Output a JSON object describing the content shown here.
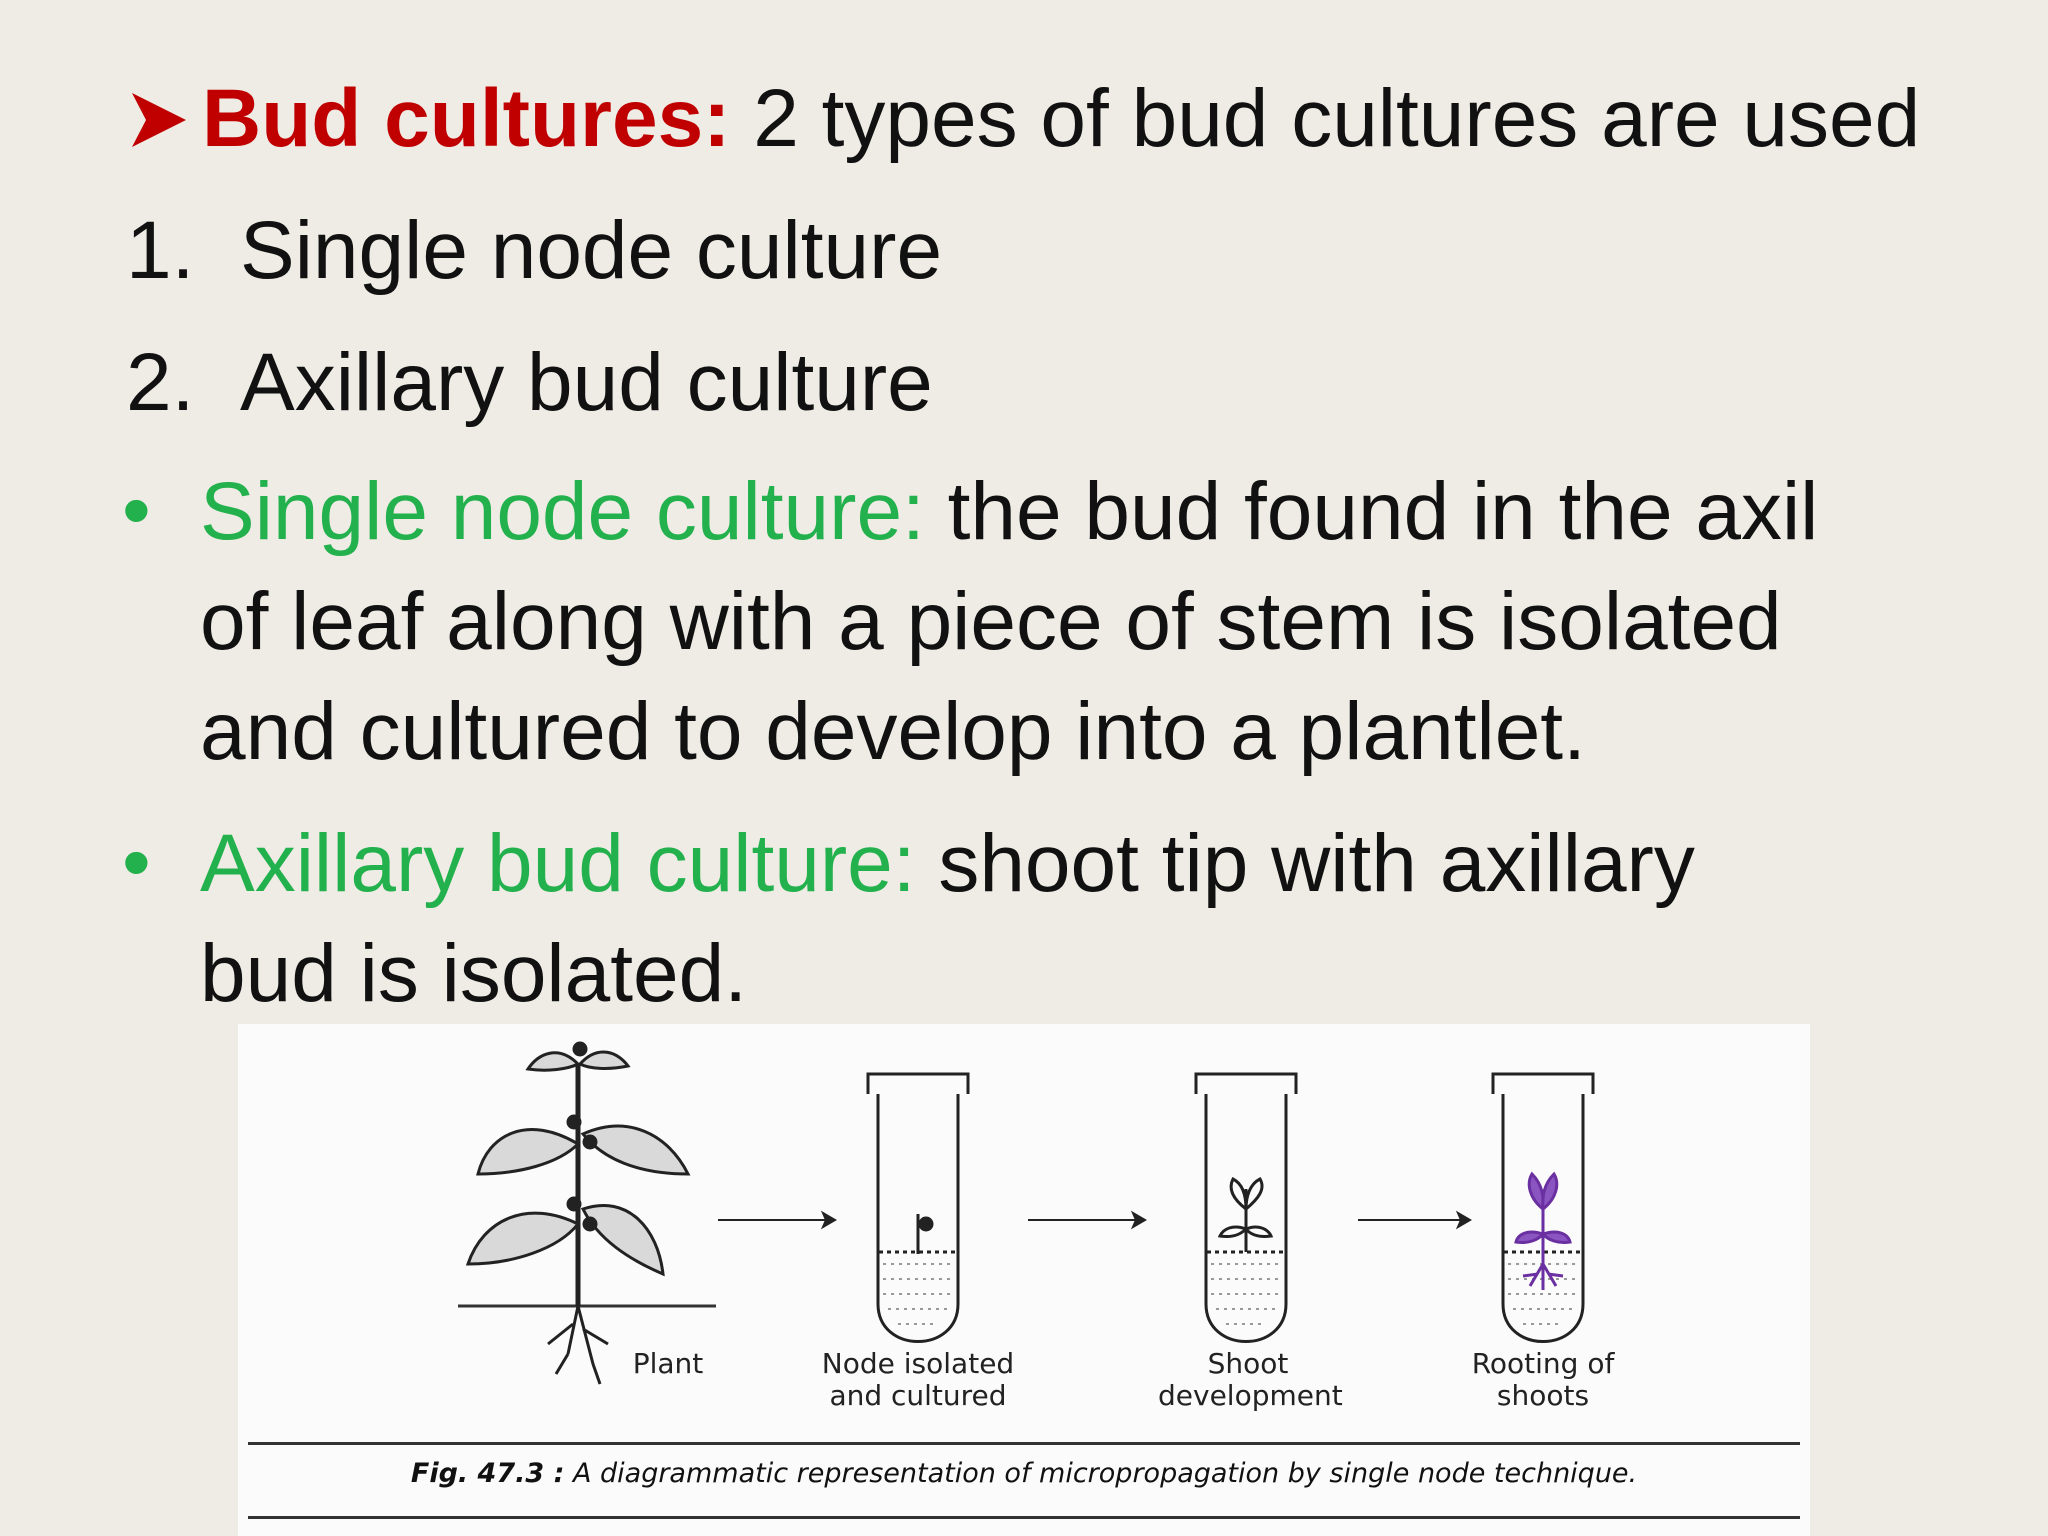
{
  "heading": {
    "label": "Bud cultures:",
    "text": " 2 types of bud cultures are used"
  },
  "list": [
    {
      "number": "1.",
      "text": "Single node culture"
    },
    {
      "number": "2.",
      "text": "Axillary bud culture"
    }
  ],
  "bullets": [
    {
      "term": "Single node culture:",
      "line1": " the bud found in the axil",
      "line2": "of leaf along with a piece of stem is isolated",
      "line3": "and cultured to develop into a plantlet."
    },
    {
      "term": "Axillary bud culture:",
      "line1": " shoot tip with axillary",
      "line2": "bud is isolated."
    }
  ],
  "figure": {
    "labels": {
      "plant": "Plant",
      "node_line1": "Node isolated",
      "node_line2": "and cultured",
      "shoot_line1": "Shoot",
      "shoot_line2": "development",
      "rooting_line1": "Rooting of",
      "rooting_line2": "shoots"
    },
    "caption_fig": "Fig. 47.3 :",
    "caption_text": " A diagrammatic representation of micropropagation by single node technique."
  },
  "colors": {
    "background": "#efebe5",
    "heading_red": "#c00000",
    "term_green": "#22b14c",
    "root_purple": "#6a2fa0"
  }
}
